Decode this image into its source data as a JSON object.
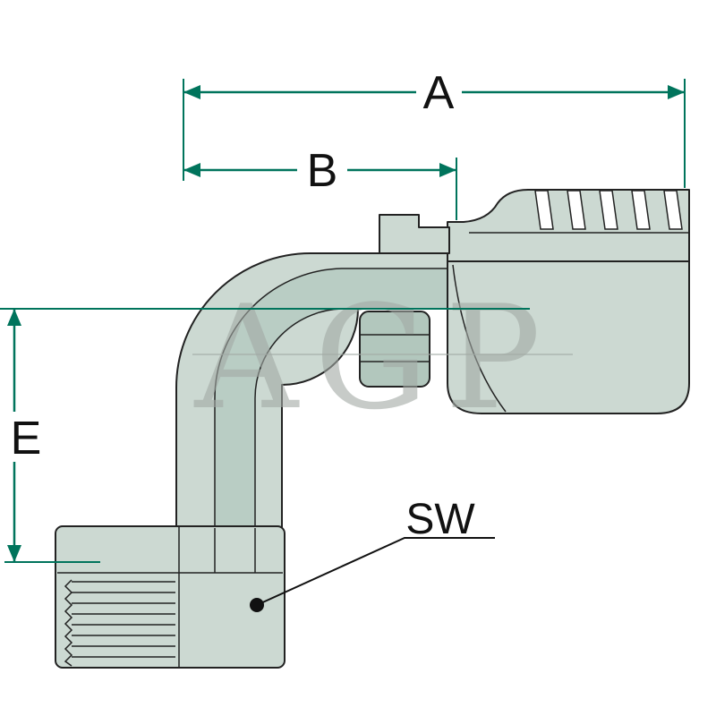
{
  "watermark": {
    "text": "AGP",
    "color": "#a2aaa5"
  },
  "dimensions": {
    "line_color": "#00745c",
    "labels": {
      "a": "A",
      "b": "B",
      "e": "E",
      "sw": "SW"
    }
  },
  "drawing": {
    "outline_color": "#222222",
    "fill_main": "#ccd9d2",
    "fill_shade": "#b9cdc4",
    "fill_dark": "#b2c7bd",
    "label_color": "#111111",
    "background": "#ffffff"
  }
}
